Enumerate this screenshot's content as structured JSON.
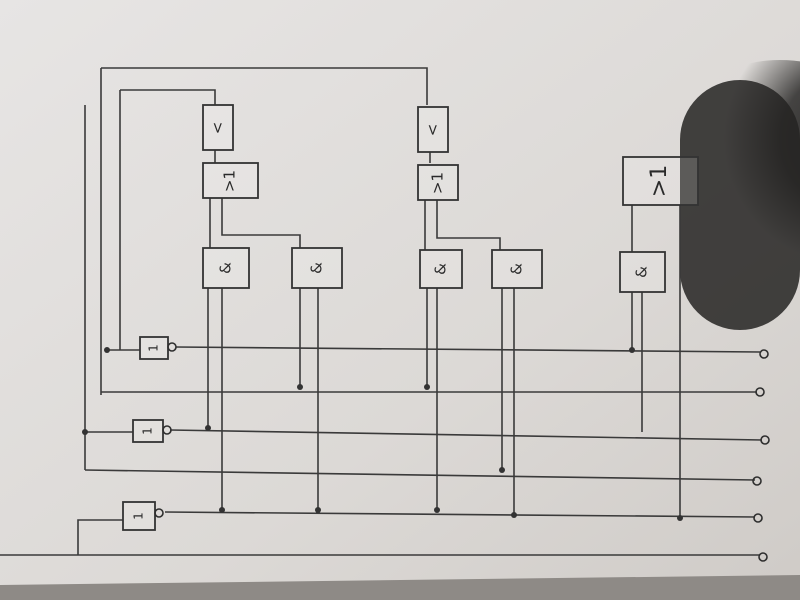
{
  "diagram": {
    "gates": {
      "or_left": ">1",
      "or_mid": ">1",
      "or_right": ">1",
      "and_1": "&",
      "and_2": "&",
      "and_3": "&",
      "and_4": "&",
      "and_5": "&",
      "not_1": "1",
      "not_2": "1",
      "not_3": "1",
      "top_left": "<",
      "top_mid": "<"
    }
  }
}
